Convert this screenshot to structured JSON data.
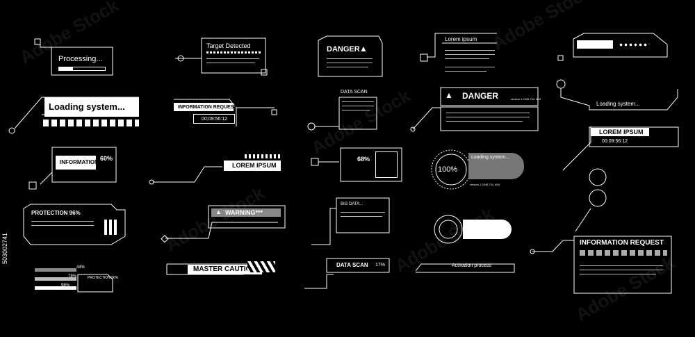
{
  "processing_panel": {
    "label": "Processing..."
  },
  "target_panel": {
    "label": "Target Detected"
  },
  "danger_panel_1": {
    "label": "DANGER"
  },
  "lorem_panel_1": {
    "label": "Lorem ipsum"
  },
  "loading_panel_small": {
    "label": "Loading system..."
  },
  "loading_panel_large": {
    "label": "Loading system..."
  },
  "info_request_small": {
    "label": "INFORMATION REQUEST",
    "time": "00:09:56:12"
  },
  "data_scan_panel": {
    "label": "DATA SCAN"
  },
  "danger_panel_2": {
    "label": "DANGER",
    "version": "version 1.2345.734. 894"
  },
  "lorem_ipsum_time": {
    "label": "LOREM IPSUM",
    "time": "00:09:56:12"
  },
  "information_panel": {
    "label": "INFORMATION",
    "value": "60%"
  },
  "lorem_ipsum_tab": {
    "label": "LOREM IPSUM"
  },
  "percent_panel_68": {
    "value": "68%"
  },
  "circle_loader_100": {
    "value": "100%",
    "label": "Loading system...",
    "version": "version 1.2345.734. 894"
  },
  "protection_panel": {
    "label": "PROTECTION 96%"
  },
  "warning_panel": {
    "label": "WARNING***"
  },
  "big_data_panel": {
    "label": "BIG DATA..."
  },
  "loading_dial": {
    "label": "Loading system..."
  },
  "info_request_large": {
    "label": "INFORMATION REQUEST"
  },
  "progress_bars": {
    "values": [
      "44%",
      "78%",
      "98%"
    ],
    "label": "PROTECTION 96%"
  },
  "master_caution": {
    "label": "MASTER CAUTION"
  },
  "data_scan_tab": {
    "label": "DATA SCAN",
    "value": "17%"
  },
  "activation_panel": {
    "label": "Activation process"
  },
  "stock_id": "503002741"
}
